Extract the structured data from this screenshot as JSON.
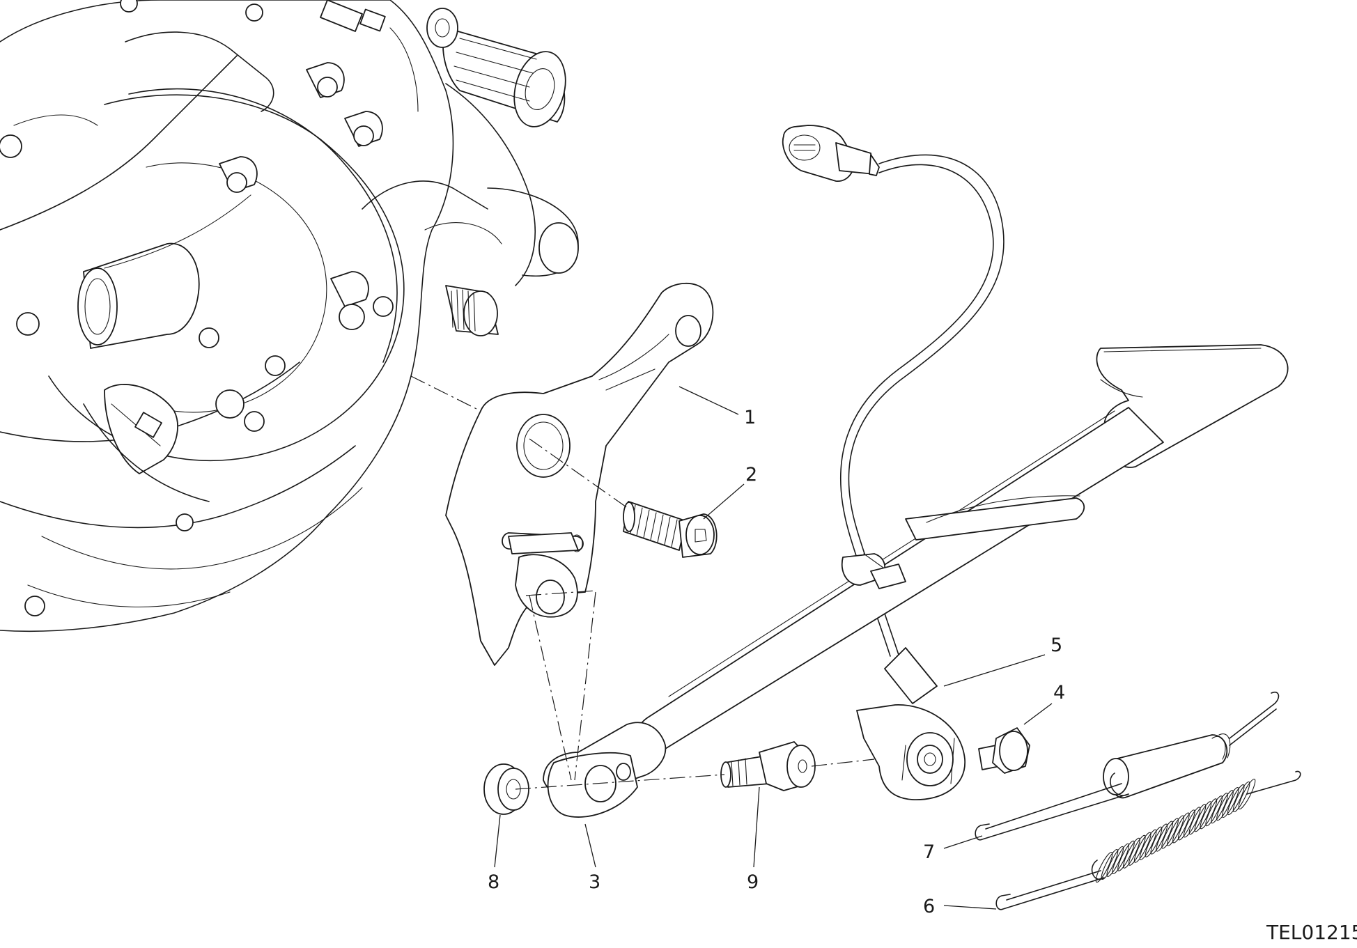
{
  "diagram": {
    "code": "TEL01215",
    "callouts": [
      {
        "id": "1",
        "label": "1"
      },
      {
        "id": "2",
        "label": "2"
      },
      {
        "id": "3",
        "label": "3"
      },
      {
        "id": "4",
        "label": "4"
      },
      {
        "id": "5",
        "label": "5"
      },
      {
        "id": "6",
        "label": "6"
      },
      {
        "id": "7",
        "label": "7"
      },
      {
        "id": "8",
        "label": "8"
      },
      {
        "id": "9",
        "label": "9"
      }
    ]
  }
}
